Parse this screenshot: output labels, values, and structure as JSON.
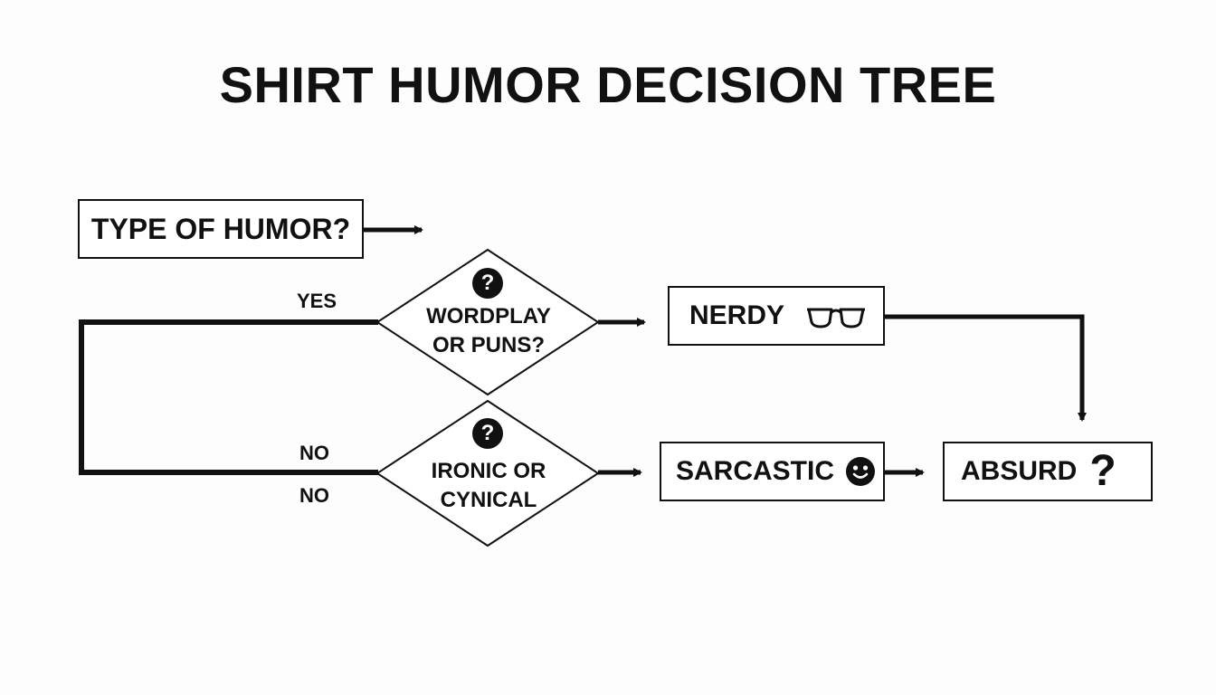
{
  "title": "SHIRT HUMOR DECISION TREE",
  "nodes": {
    "start": {
      "label": "TYPE OF HUMOR?"
    },
    "wordplay": {
      "label_line1": "WORDPLAY",
      "label_line2": "OR PUNS?",
      "badge": "?"
    },
    "ironic": {
      "label_line1": "IRONIC OR",
      "label_line2": "CYNICAL",
      "badge": "?"
    },
    "nerdy": {
      "label": "NERDY",
      "icon": "glasses-icon"
    },
    "sarcastic": {
      "label": "SARCASTIC",
      "icon": "smiley-icon"
    },
    "absurd": {
      "label": "ABSURD",
      "icon": "question-mark-icon",
      "icon_glyph": "?"
    }
  },
  "edge_labels": {
    "yes": "YES",
    "no_top": "NO",
    "no_bottom": "NO"
  },
  "colors": {
    "ink": "#111111",
    "background": "#fdfdfd",
    "box_fill": "#ffffff"
  }
}
